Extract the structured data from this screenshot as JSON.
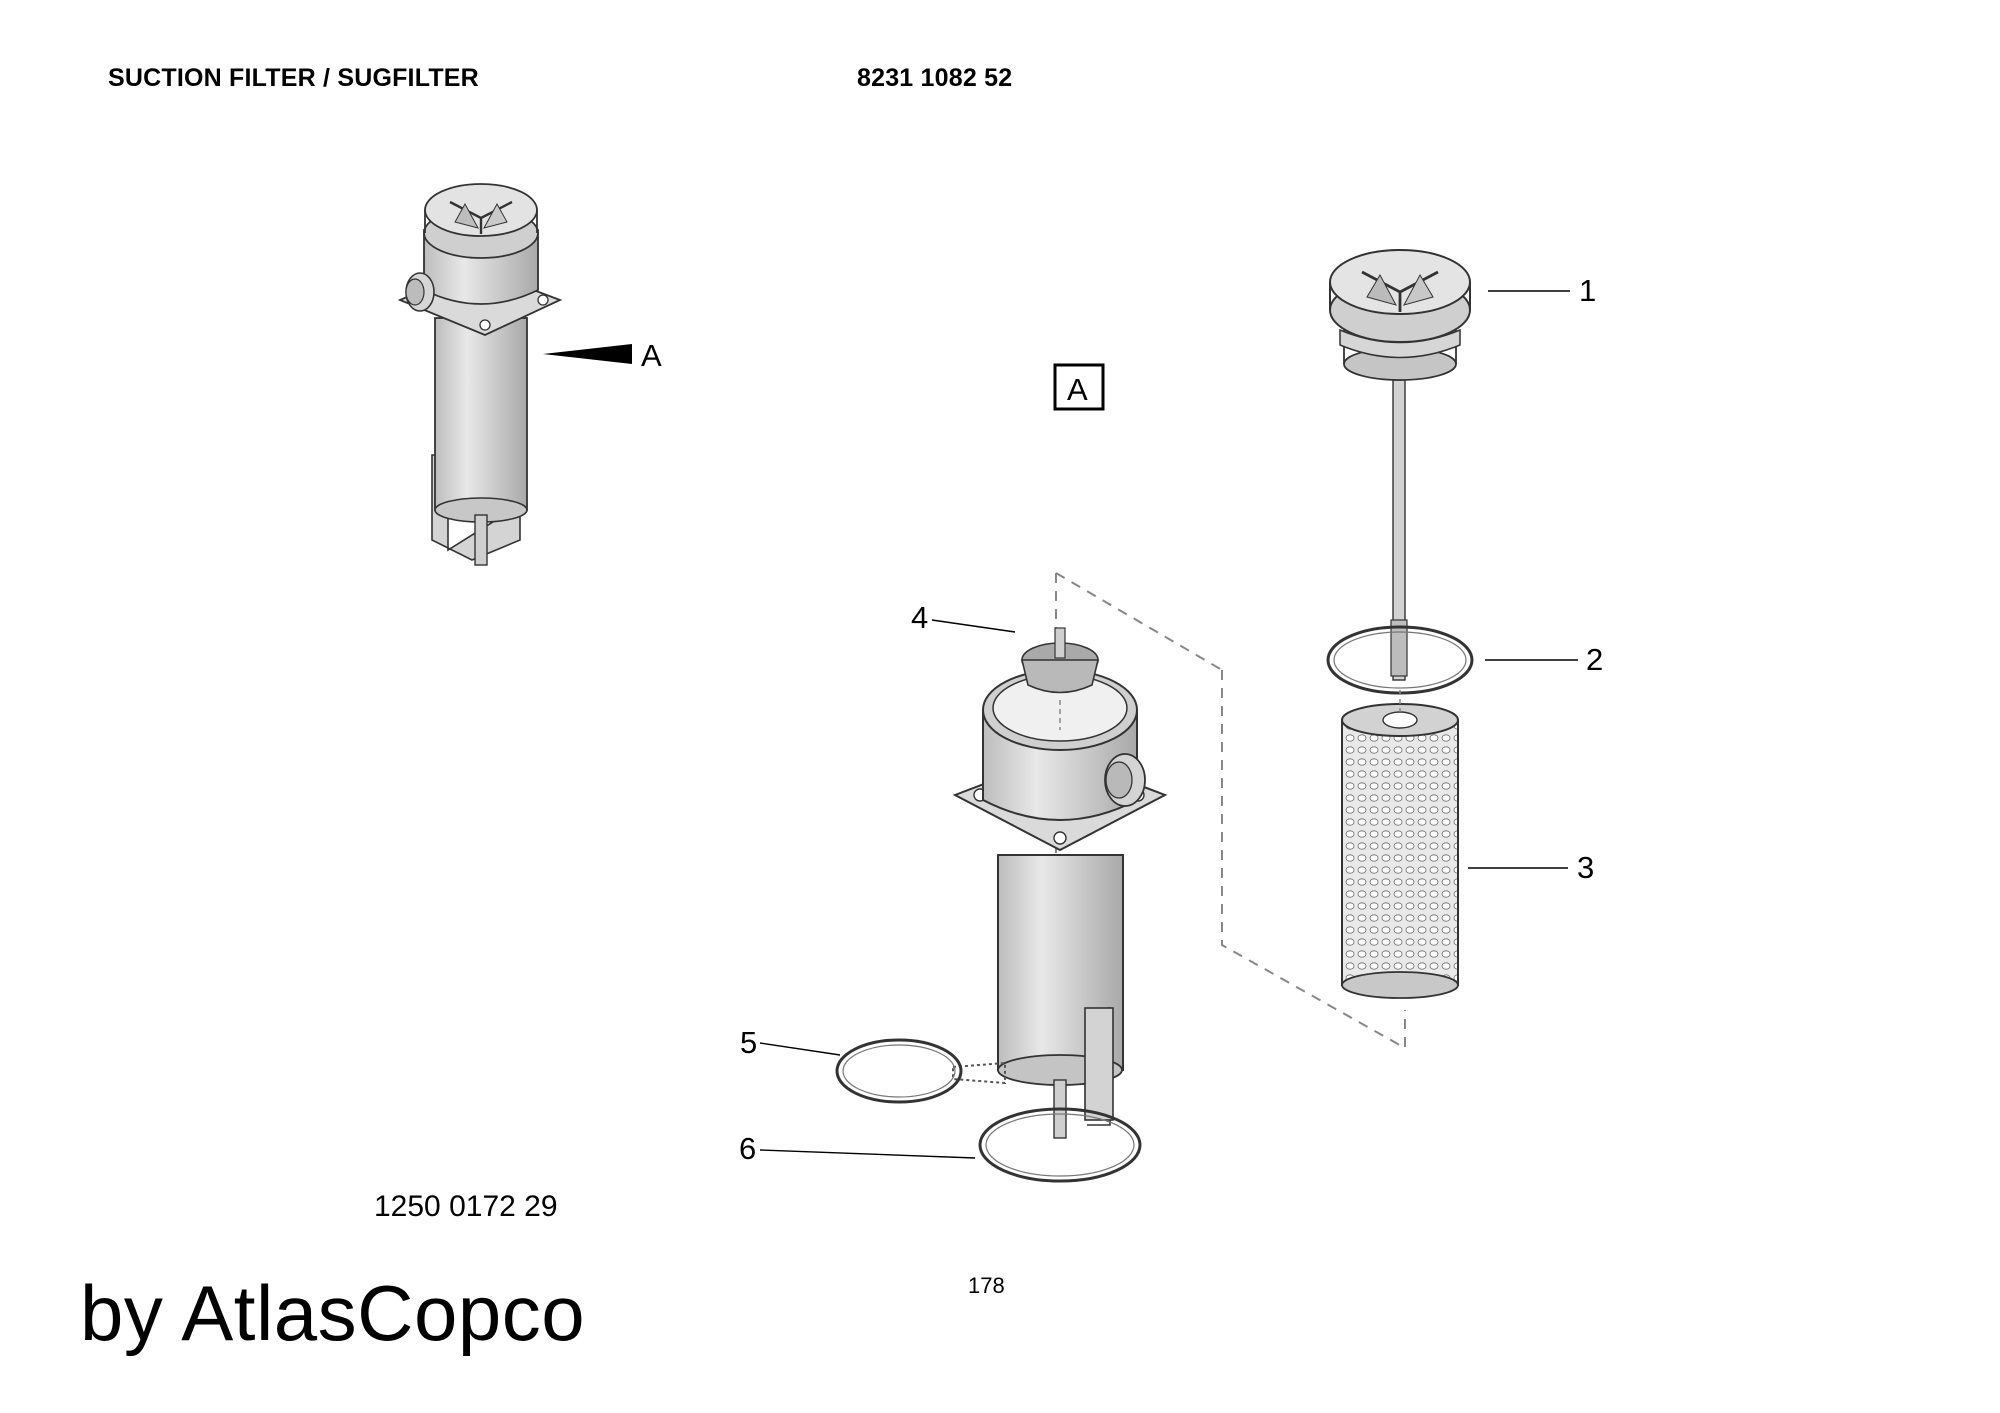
{
  "header": {
    "title": "SUCTION FILTER / SUGFILTER",
    "doc_number": "8231 1082 52"
  },
  "diagram": {
    "view_marker": "A",
    "view_box_label": "A",
    "callouts": {
      "c1": "1",
      "c2": "2",
      "c3": "3",
      "c4": "4",
      "c5": "5",
      "c6": "6"
    }
  },
  "footer": {
    "ref_number": "1250 0172 29",
    "page_number": "178",
    "brand": "by AtlasCopco"
  }
}
